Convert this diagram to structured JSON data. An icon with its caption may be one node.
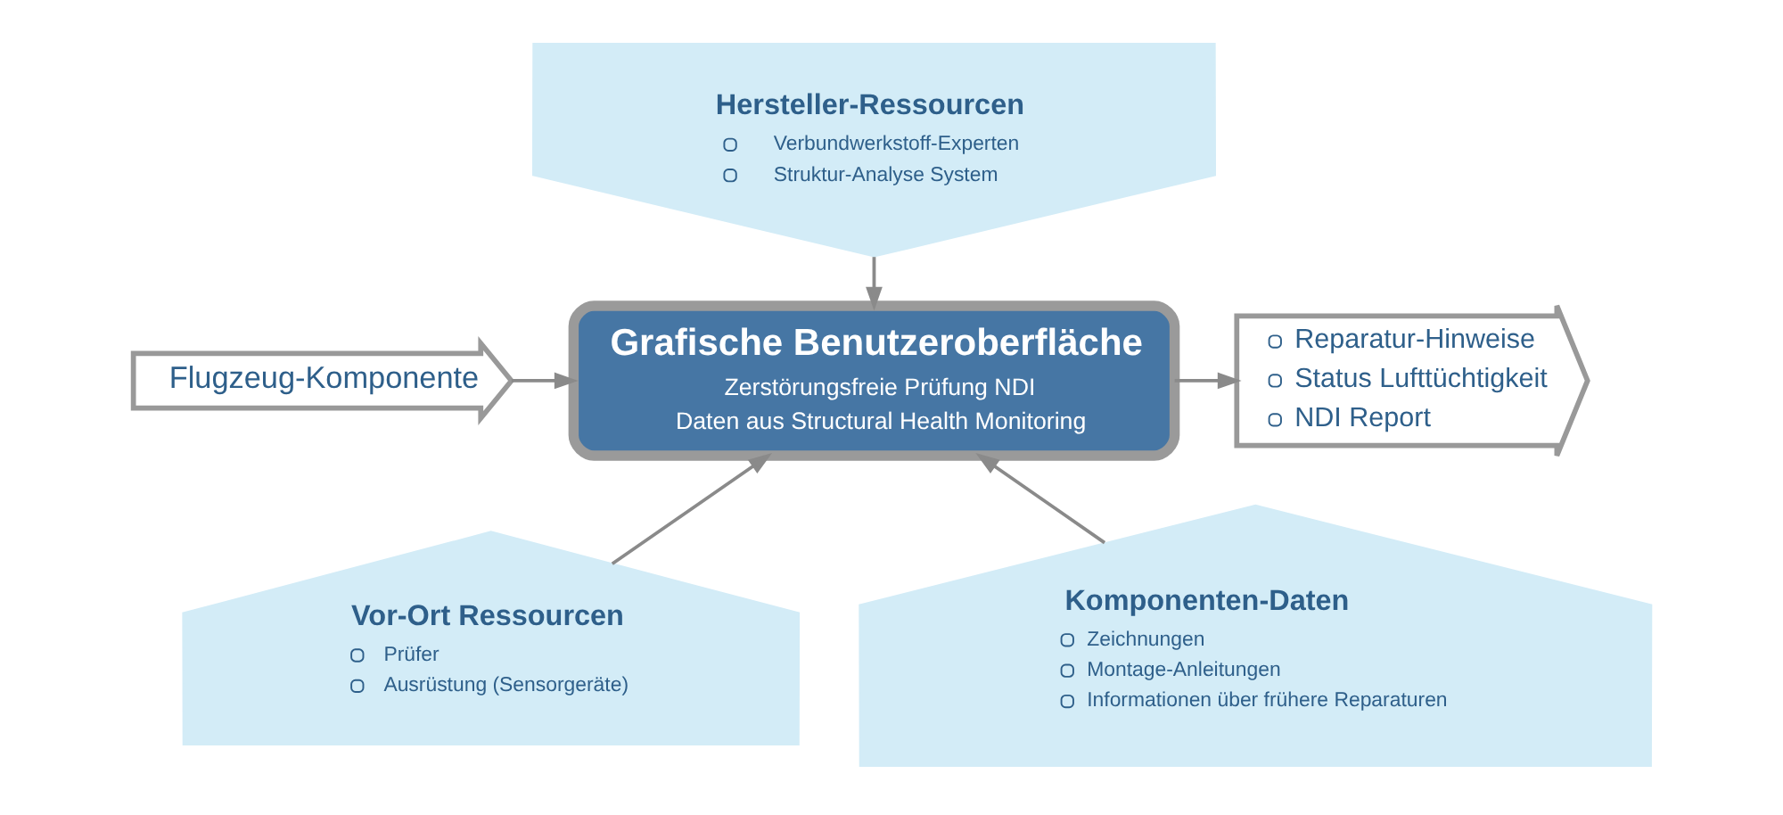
{
  "diagram": {
    "nodes": [
      {
        "text": [
          "Hersteller-Ressourcen",
          "Verbundwerkstoff-Experten",
          "Struktur-Analyse System"
        ]
      },
      {
        "text": [
          "Flugzeug-Komponente"
        ]
      },
      {
        "text": [
          "Grafische Benutzeroberfläche",
          "Zerstörungsfreie Prüfung NDI",
          "Daten aus Structural Health Monitoring"
        ]
      },
      {
        "text": [
          "Reparatur-Hinweise",
          "Status Lufttüchtigkeit",
          "NDI Report"
        ]
      },
      {
        "text": [
          "Vor-Ort Ressourcen",
          "Prüfer",
          "Ausrüstung (Sensorgeräte)"
        ]
      },
      {
        "text": [
          "Komponenten-Daten",
          "Zeichnungen",
          "Montage-Anleitungen",
          "Informationen über frühere Reparaturen"
        ]
      }
    ],
    "edges": [
      {
        "from": 0,
        "to": 2,
        "arrow": "to"
      },
      {
        "from": 1,
        "to": 2,
        "arrow": "to"
      },
      {
        "from": 2,
        "to": 3,
        "arrow": "to"
      },
      {
        "from": 4,
        "to": 2,
        "arrow": "to"
      },
      {
        "from": 5,
        "to": 2,
        "arrow": "to"
      }
    ]
  }
}
